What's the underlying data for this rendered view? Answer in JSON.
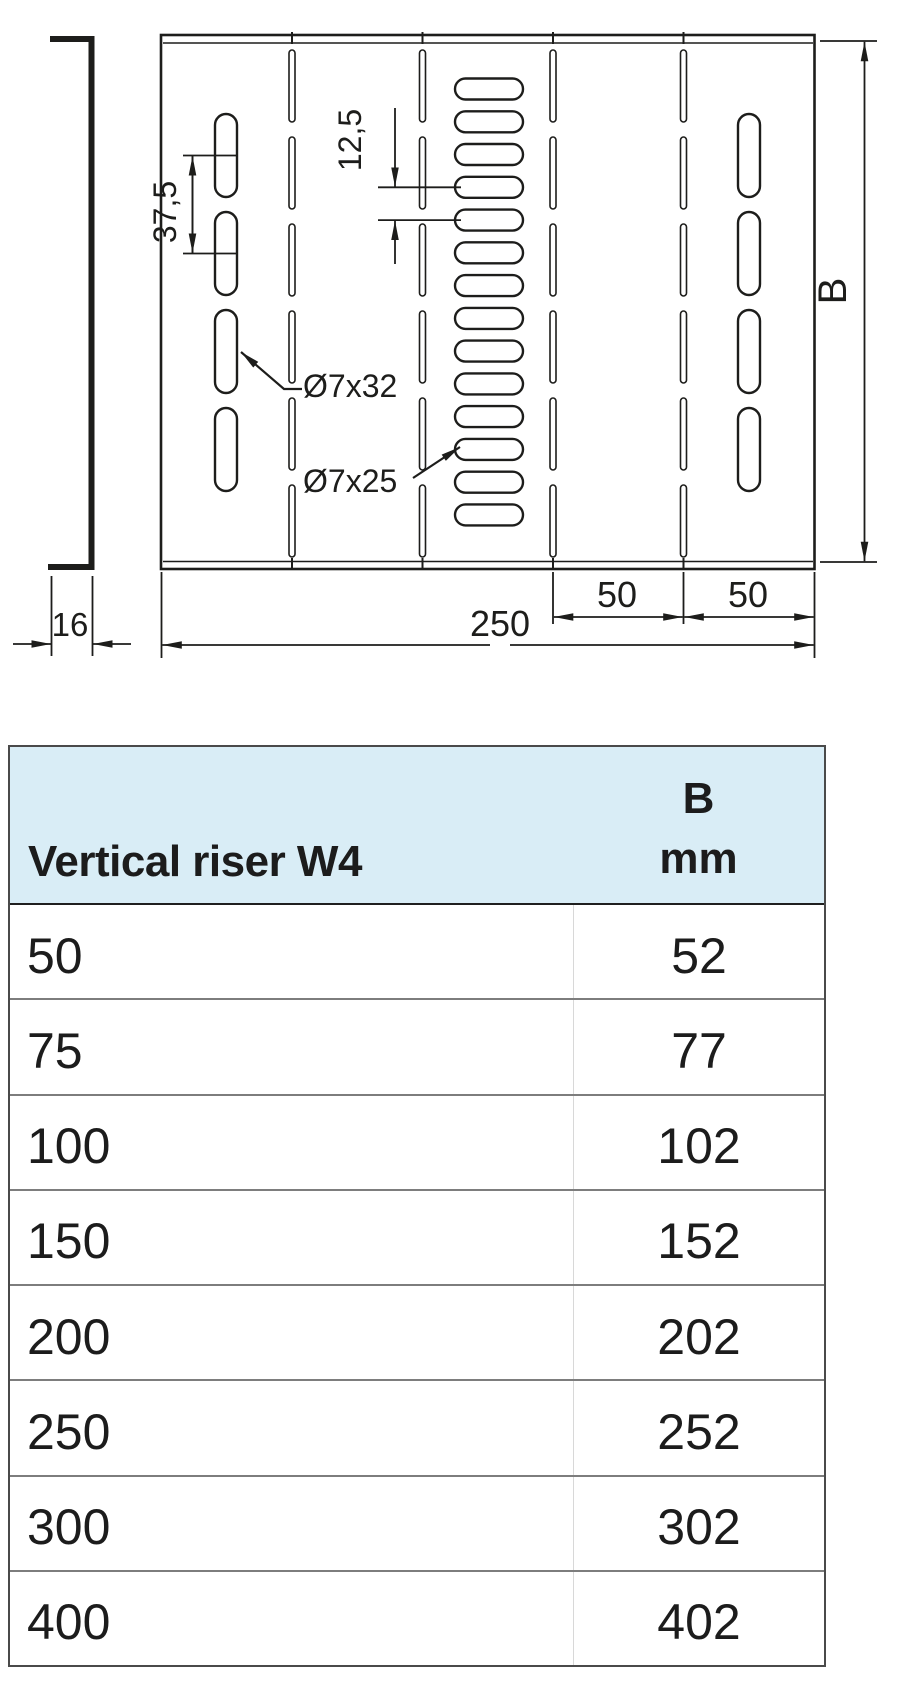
{
  "drawing": {
    "slot_pitch_side": "37,5",
    "slot_pitch_center": "12,5",
    "slot_label_large": "Ø7x32",
    "slot_label_small": "Ø7x25",
    "seg_dim_1": "50",
    "seg_dim_2": "50",
    "width_dim": "250",
    "thickness_dim": "16",
    "height_dim": "B"
  },
  "table": {
    "header": {
      "name_col": "Vertical riser W4",
      "value_col_top": "B",
      "value_col_bottom": "mm"
    },
    "rows": [
      {
        "w": "50",
        "b": "52"
      },
      {
        "w": "75",
        "b": "77"
      },
      {
        "w": "100",
        "b": "102"
      },
      {
        "w": "150",
        "b": "152"
      },
      {
        "w": "200",
        "b": "202"
      },
      {
        "w": "250",
        "b": "252"
      },
      {
        "w": "300",
        "b": "302"
      },
      {
        "w": "400",
        "b": "402"
      }
    ]
  },
  "colors": {
    "header_bg": "#d9edf6",
    "line": "#1d1d1b"
  }
}
